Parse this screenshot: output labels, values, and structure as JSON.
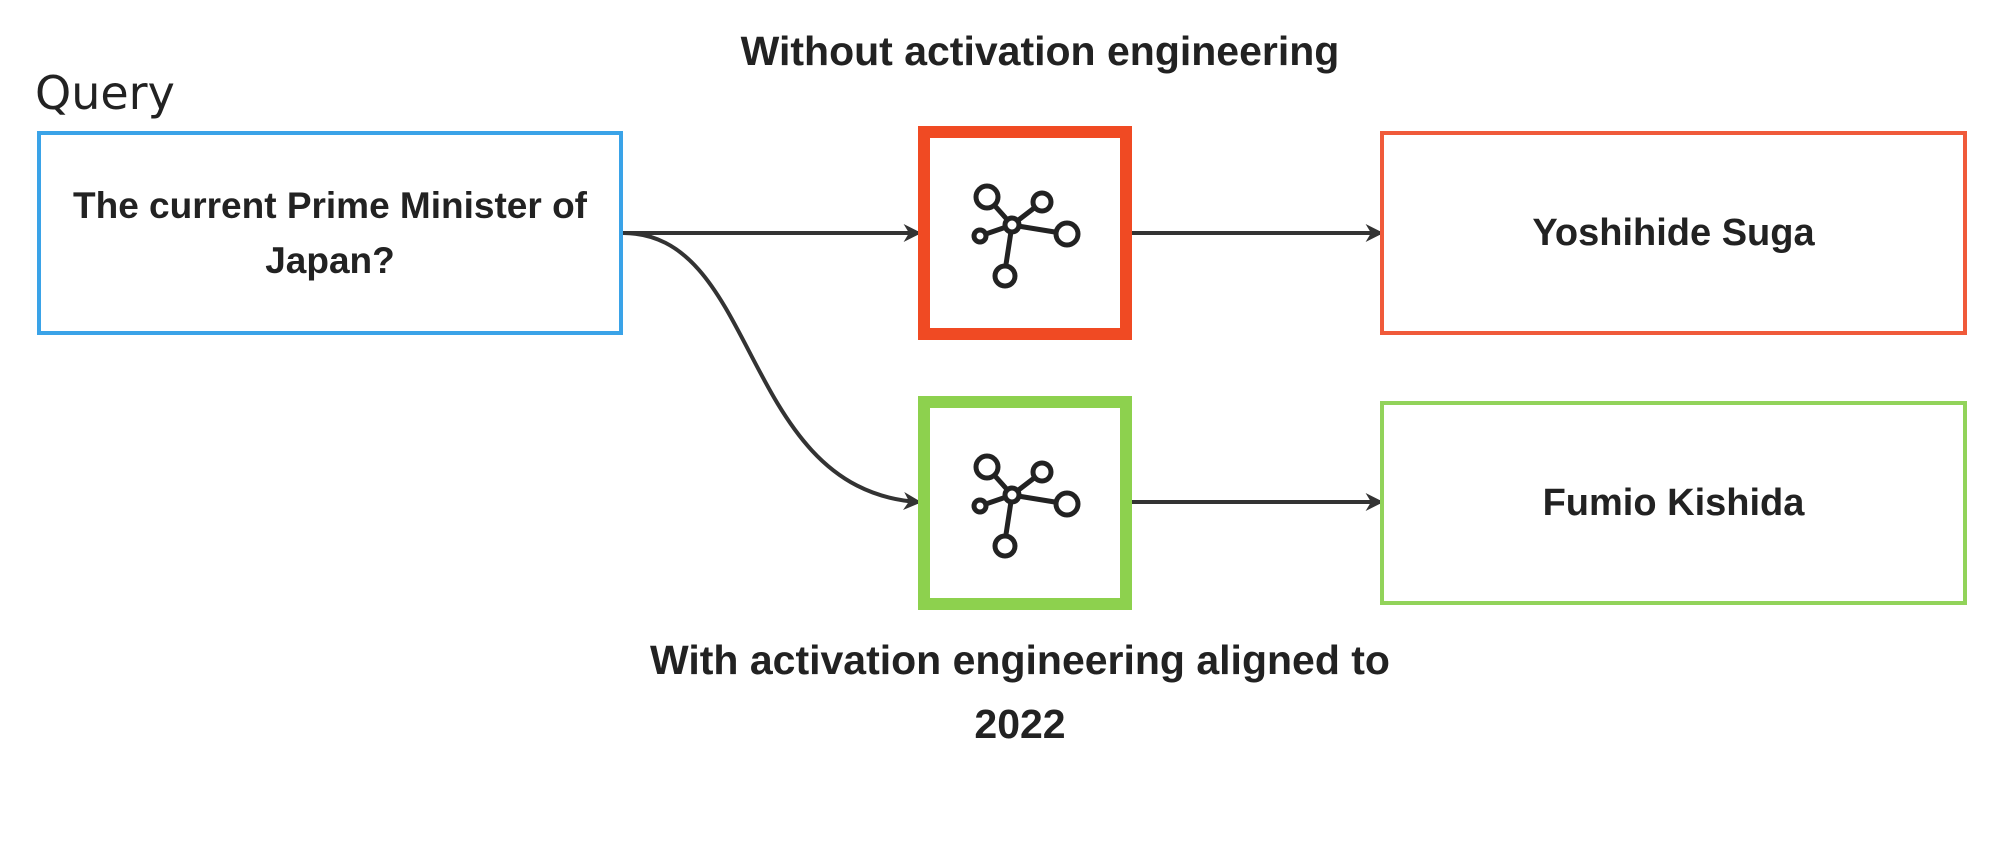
{
  "diagram": {
    "query_caption": "Query",
    "query_text": "The current Prime Minister of Japan?",
    "top_caption": "Without activation engineering",
    "bottom_caption": "With activation engineering aligned to 2022",
    "output_top": "Yoshihide Suga",
    "output_bottom": "Fumio Kishida",
    "model_icon": "network-graph-icon"
  },
  "colors": {
    "query_border": "#3aa3e8",
    "without_border": "#f04a23",
    "with_border": "#8dd14e",
    "arrow": "#333333"
  }
}
